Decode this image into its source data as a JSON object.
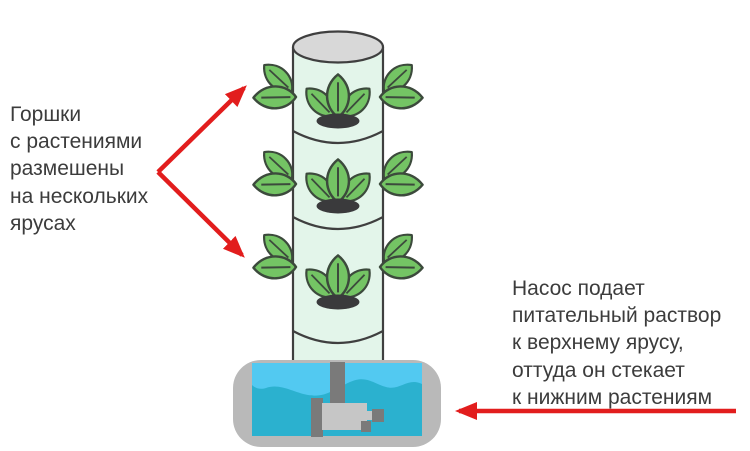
{
  "annotations": {
    "left_label": {
      "lines": [
        "Горшки",
        "с растениями",
        "размешены",
        "на нескольких",
        "ярусах"
      ]
    },
    "right_label": {
      "lines": [
        "Насос подает",
        "питательный раствор",
        "к верхнему ярусу,",
        "оттуда он стекает",
        "к нижним растениям"
      ]
    }
  },
  "diagram": {
    "type": "hydroponic-tower",
    "tiers": 3,
    "front_plants": 3,
    "side_plant_pairs": 3,
    "arrows": 3
  },
  "colors": {
    "background": "#ffffff",
    "text": "#3c3c3c",
    "arrow_red": "#e21d1d",
    "tower_fill": "#e3f5ea",
    "tower_outline": "#3f3f3f",
    "tower_top_gray": "#d8d8d8",
    "leaf_green": "#74c464",
    "leaf_outline": "#3c4a3c",
    "pot_dark": "#3a3a3c",
    "reservoir_gray": "#b9b9b9",
    "water_light": "#52c9f1",
    "water_dark": "#2bb1cf",
    "pump_light": "#c6c6c6",
    "pump_dark": "#7a7a7a"
  }
}
